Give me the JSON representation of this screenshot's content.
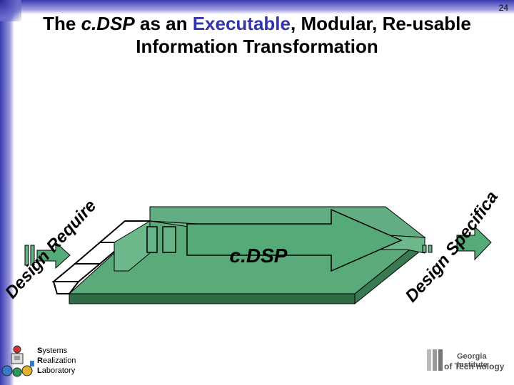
{
  "page_number": "24",
  "title": {
    "part1": "The ",
    "part2": "c.DSP",
    "part3": " as an ",
    "part4": "Executable",
    "part5": ", Modular, Re-usable",
    "line2": "Information Transformation"
  },
  "diagram": {
    "center_label": "c.DSP",
    "input_label": "Design Requirements",
    "output_label": "Design Specifications"
  },
  "footer": {
    "line1_initial": "S",
    "line1_rest": "ystems",
    "line2_initial": "R",
    "line2_rest": "ealization",
    "line3_initial": "L",
    "line3_rest": "aboratory",
    "gt_line1": "Georgia Institute",
    "gt_line2": "of Tech nology"
  },
  "colors": {
    "frame": "#3a3ab0",
    "title_accent": "#3333aa",
    "platform_green": "#5aaa7a",
    "arrow_green": "#55aa77"
  }
}
